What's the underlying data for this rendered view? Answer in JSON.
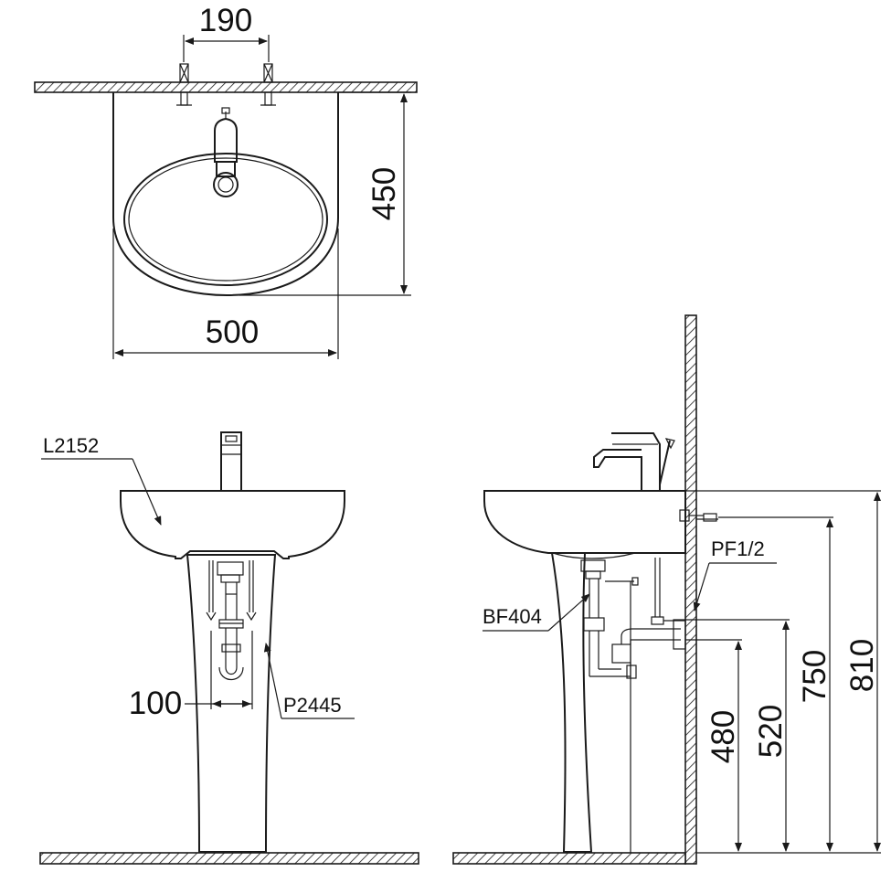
{
  "top_view": {
    "dim_tap_spacing": "190",
    "dim_depth": "450",
    "dim_width": "500"
  },
  "front_view": {
    "basin_label": "L2152",
    "pedestal_label": "P2445",
    "dim_pipe_spacing": "100"
  },
  "side_view": {
    "waste_label": "BF404",
    "supply_label": "PF1/2",
    "dim_waste_height": "480",
    "dim_supply_height": "520",
    "dim_tap_height": "750",
    "dim_basin_height": "810"
  }
}
